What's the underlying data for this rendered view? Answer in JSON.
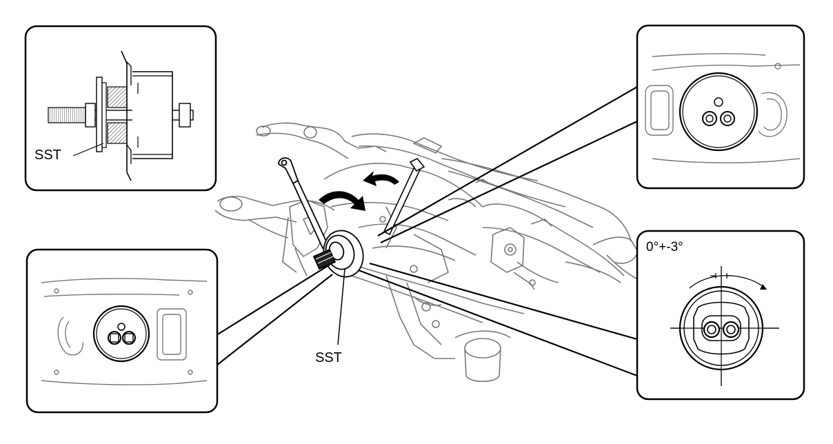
{
  "labels": {
    "sst_inset": "SST",
    "sst_main": "SST",
    "angle": "0°+-3°"
  },
  "colors": {
    "line": "#000000",
    "faint": "#8a8a8a",
    "fill": "#ffffff",
    "hatch": "#555555"
  }
}
